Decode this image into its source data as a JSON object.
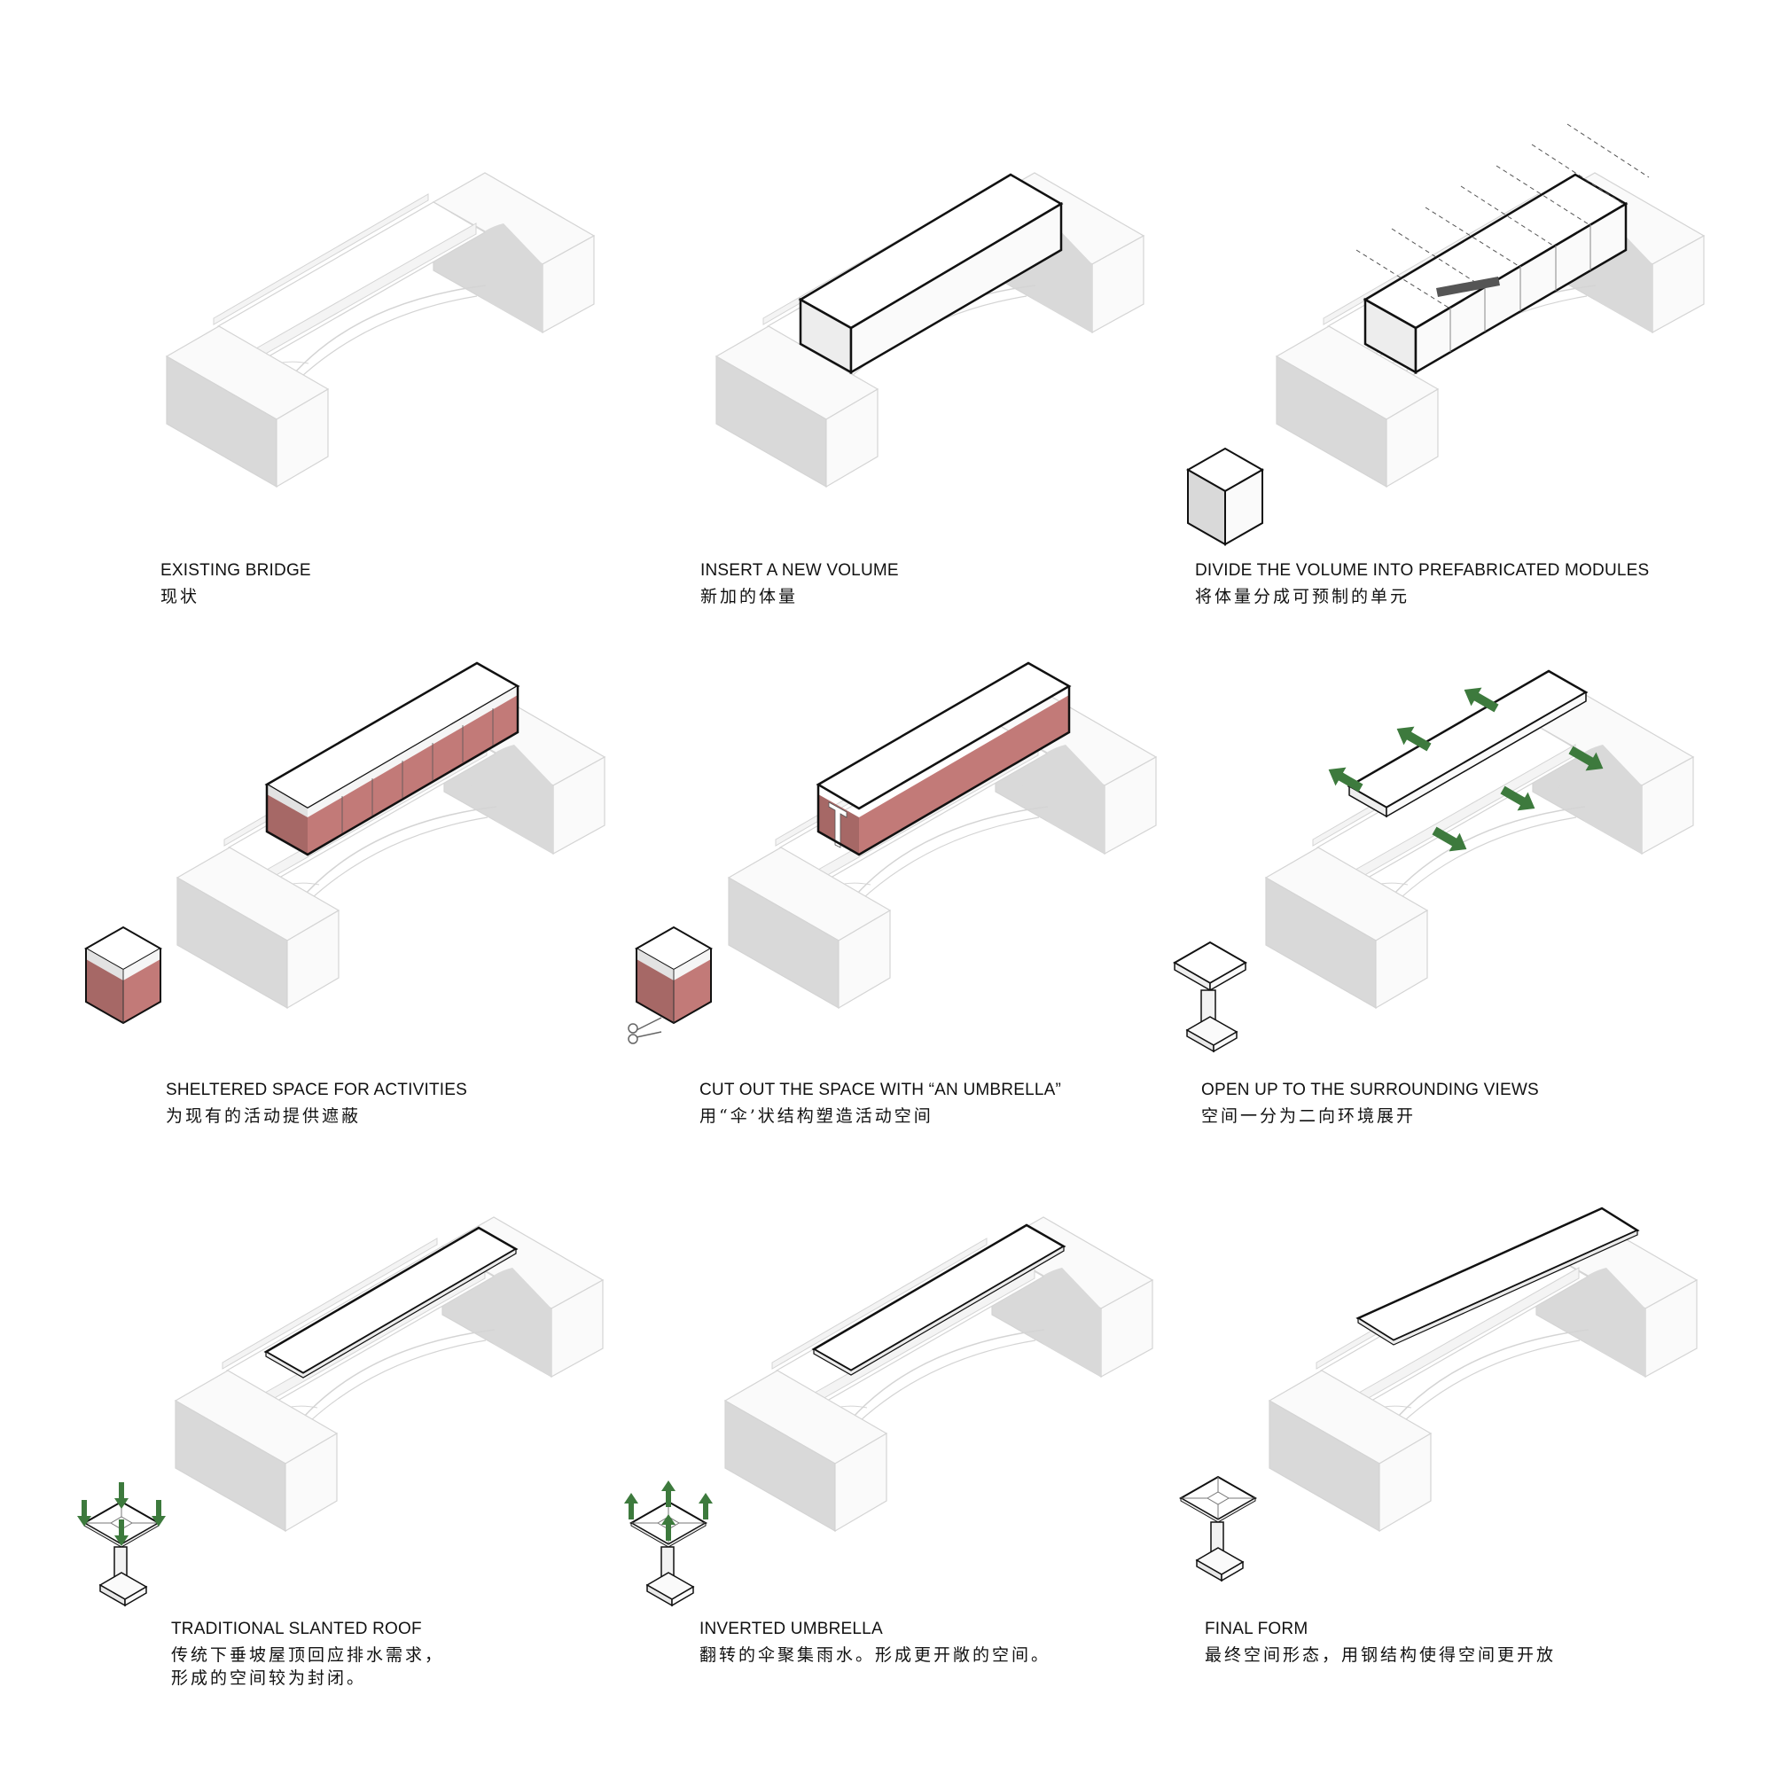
{
  "figure": {
    "type": "architectural axonometric diagram sequence",
    "colors": {
      "stone_light": "#fafafa",
      "stone_shade": "#d9d9d9",
      "stone_line": "#d4d4d4",
      "volume_outline": "#111111",
      "module_red_light": "#c27a78",
      "module_red_dark": "#a66866",
      "arrow_green": "#3d7a3d",
      "divider_gray": "#666666"
    },
    "panels": [
      {
        "id": "p1",
        "title_en": "EXISTING BRIDGE",
        "title_zh": "现状",
        "title_zh_2": ""
      },
      {
        "id": "p2",
        "title_en": "INSERT A NEW VOLUME",
        "title_zh": "新加的体量",
        "title_zh_2": ""
      },
      {
        "id": "p3",
        "title_en": "DIVIDE THE VOLUME INTO PREFABRICATED MODULES",
        "title_zh": "将体量分成可预制的单元",
        "title_zh_2": ""
      },
      {
        "id": "p4",
        "title_en": "SHELTERED SPACE FOR ACTIVITIES",
        "title_zh": "为现有的活动提供遮蔽",
        "title_zh_2": ""
      },
      {
        "id": "p5",
        "title_en": "CUT OUT THE SPACE WITH “AN UMBRELLA”",
        "title_zh": "用“伞’状结构塑造活动空间",
        "title_zh_2": ""
      },
      {
        "id": "p6",
        "title_en": "OPEN UP TO THE SURROUNDING VIEWS",
        "title_zh": "空间一分为二向环境展开",
        "title_zh_2": ""
      },
      {
        "id": "p7",
        "title_en": "TRADITIONAL SLANTED ROOF",
        "title_zh": "传统下垂坡屋顶回应排水需求，",
        "title_zh_2": "形成的空间较为封闭。"
      },
      {
        "id": "p8",
        "title_en": "INVERTED UMBRELLA",
        "title_zh": "翻转的伞聚集雨水。形成更开敞的空间。",
        "title_zh_2": ""
      },
      {
        "id": "p9",
        "title_en": "FINAL FORM",
        "title_zh": "最终空间形态，用钢结构使得空间更开放",
        "title_zh_2": ""
      }
    ],
    "icons": {
      "p3": "cube-module-icon",
      "p4": "red-module-icon",
      "p5": "scissors-icon",
      "p6": "umbrella-module-icon",
      "p7": "slanted-roof-rain-arrows-icon",
      "p8": "inverted-umbrella-arrows-icon",
      "p9": "final-module-icon"
    }
  }
}
